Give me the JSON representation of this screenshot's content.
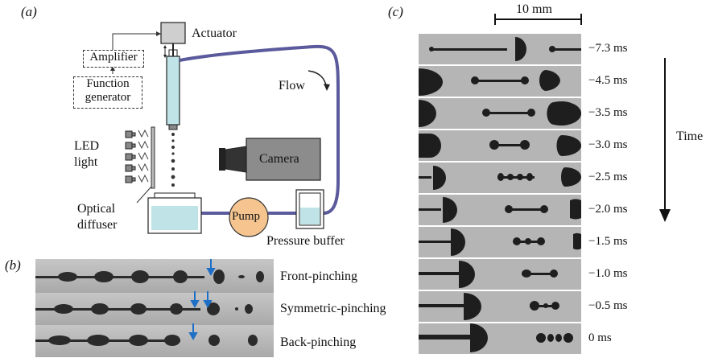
{
  "panel_a": {
    "label": "(a)",
    "actuator": "Actuator",
    "amplifier": "Amplifier",
    "function_generator_line1": "Function",
    "function_generator_line2": "generator",
    "flow": "Flow",
    "led_line1": "LED",
    "led_line2": "light",
    "camera": "Camera",
    "diffuser_line1": "Optical",
    "diffuser_line2": "diffuser",
    "pump": "Pump",
    "pressure_buffer": "Pressure buffer",
    "colors": {
      "tube": "#5a5a9c",
      "water": "#bfe3e6",
      "pump": "#f6c58f",
      "camera": "#8c8c8c"
    }
  },
  "panel_b": {
    "label": "(b)",
    "rows": [
      "Front-pinching",
      "Symmetric-pinching",
      "Back-pinching"
    ],
    "arrow_color": "#1f6fc6"
  },
  "panel_c": {
    "label": "(c)",
    "scale_bar": "10 mm",
    "time_axis": "Time",
    "times": [
      "−7.3 ms",
      "−4.5 ms",
      "−3.5 ms",
      "−3.0 ms",
      "−2.5 ms",
      "−2.0 ms",
      "−1.5 ms",
      "−1.0 ms",
      "−0.5 ms",
      "0 ms"
    ]
  }
}
